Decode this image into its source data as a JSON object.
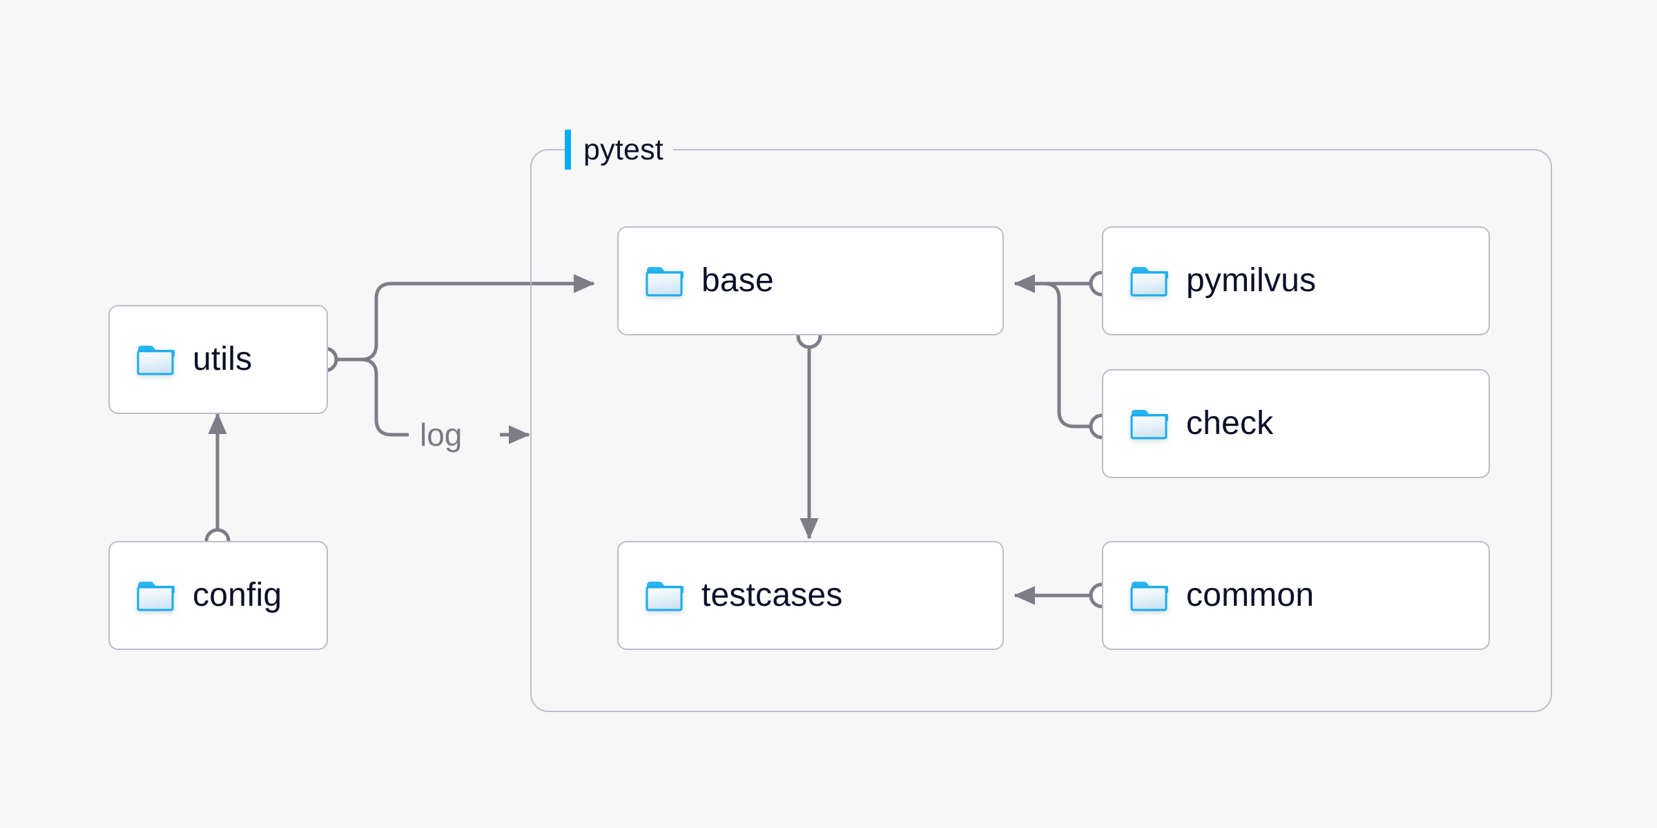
{
  "diagram": {
    "type": "architecture-dependency-diagram",
    "background_color": "#F7F7F8",
    "accent_color": "#00AEEF",
    "node_border_color": "#BDBDC9",
    "edge_color": "#7C7D89",
    "text_color": "#0B0F26"
  },
  "group": {
    "title": "pytest",
    "bar_color": "#00AEEF"
  },
  "nodes": [
    {
      "id": "utils",
      "label": "utils",
      "icon": "folder-icon"
    },
    {
      "id": "config",
      "label": "config",
      "icon": "folder-icon"
    },
    {
      "id": "base",
      "label": "base",
      "icon": "folder-icon"
    },
    {
      "id": "testcases",
      "label": "testcases",
      "icon": "folder-icon"
    },
    {
      "id": "pymilvus",
      "label": "pymilvus",
      "icon": "folder-icon"
    },
    {
      "id": "check",
      "label": "check",
      "icon": "folder-icon"
    },
    {
      "id": "common",
      "label": "common",
      "icon": "folder-icon"
    }
  ],
  "edges": [
    {
      "id": "utils-base",
      "from": "utils",
      "to": "base",
      "label": ""
    },
    {
      "id": "utils-log",
      "from": "utils",
      "to": "pytest",
      "label": "log"
    },
    {
      "id": "config-utils",
      "from": "config",
      "to": "utils",
      "label": ""
    },
    {
      "id": "base-testcases",
      "from": "base",
      "to": "testcases",
      "label": ""
    },
    {
      "id": "pymilvus-base",
      "from": "pymilvus",
      "to": "base",
      "label": ""
    },
    {
      "id": "check-base",
      "from": "check",
      "to": "base",
      "label": ""
    },
    {
      "id": "common-testcases",
      "from": "common",
      "to": "testcases",
      "label": ""
    }
  ],
  "labels": {
    "log": "log",
    "log_arrow": "→"
  }
}
